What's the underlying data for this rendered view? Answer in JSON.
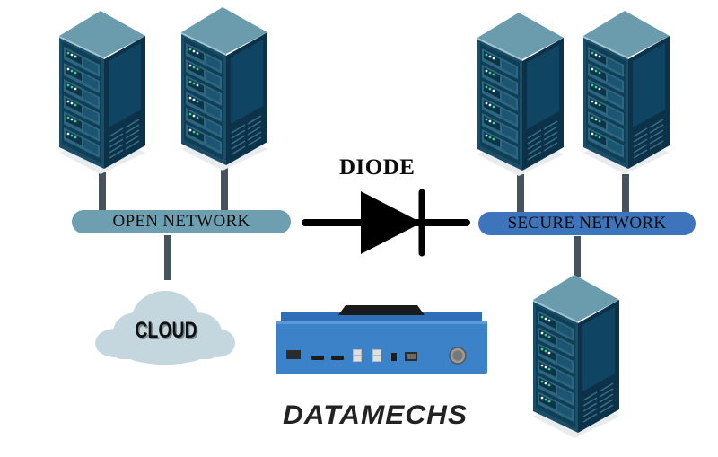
{
  "diagram": {
    "diode": {
      "label": "DIODE",
      "symbol_icon": "diode-icon"
    },
    "open_network": {
      "label": "OPEN NETWORK",
      "color": "#6e9fb1"
    },
    "secure_network": {
      "label": "SECURE NETWORK",
      "color": "#3e74bb"
    },
    "cloud": {
      "label": "CLOUD",
      "color": "#c4d6de"
    },
    "device": {
      "name": "data-diode-appliance",
      "color": "#3b82c8"
    },
    "brand": {
      "label": "DATAMECHS"
    },
    "servers": [
      {
        "id": "open-server-1",
        "network": "open"
      },
      {
        "id": "open-server-2",
        "network": "open"
      },
      {
        "id": "secure-server-1",
        "network": "secure"
      },
      {
        "id": "secure-server-2",
        "network": "secure"
      },
      {
        "id": "secure-server-3",
        "network": "secure"
      }
    ],
    "colors": {
      "connector": "#47535c",
      "server_top": "#6b9cae",
      "server_front": "#0f3f57",
      "server_side": "#0b3248",
      "led_green": "#3fd28c",
      "led_white": "#e8f4f8"
    }
  }
}
